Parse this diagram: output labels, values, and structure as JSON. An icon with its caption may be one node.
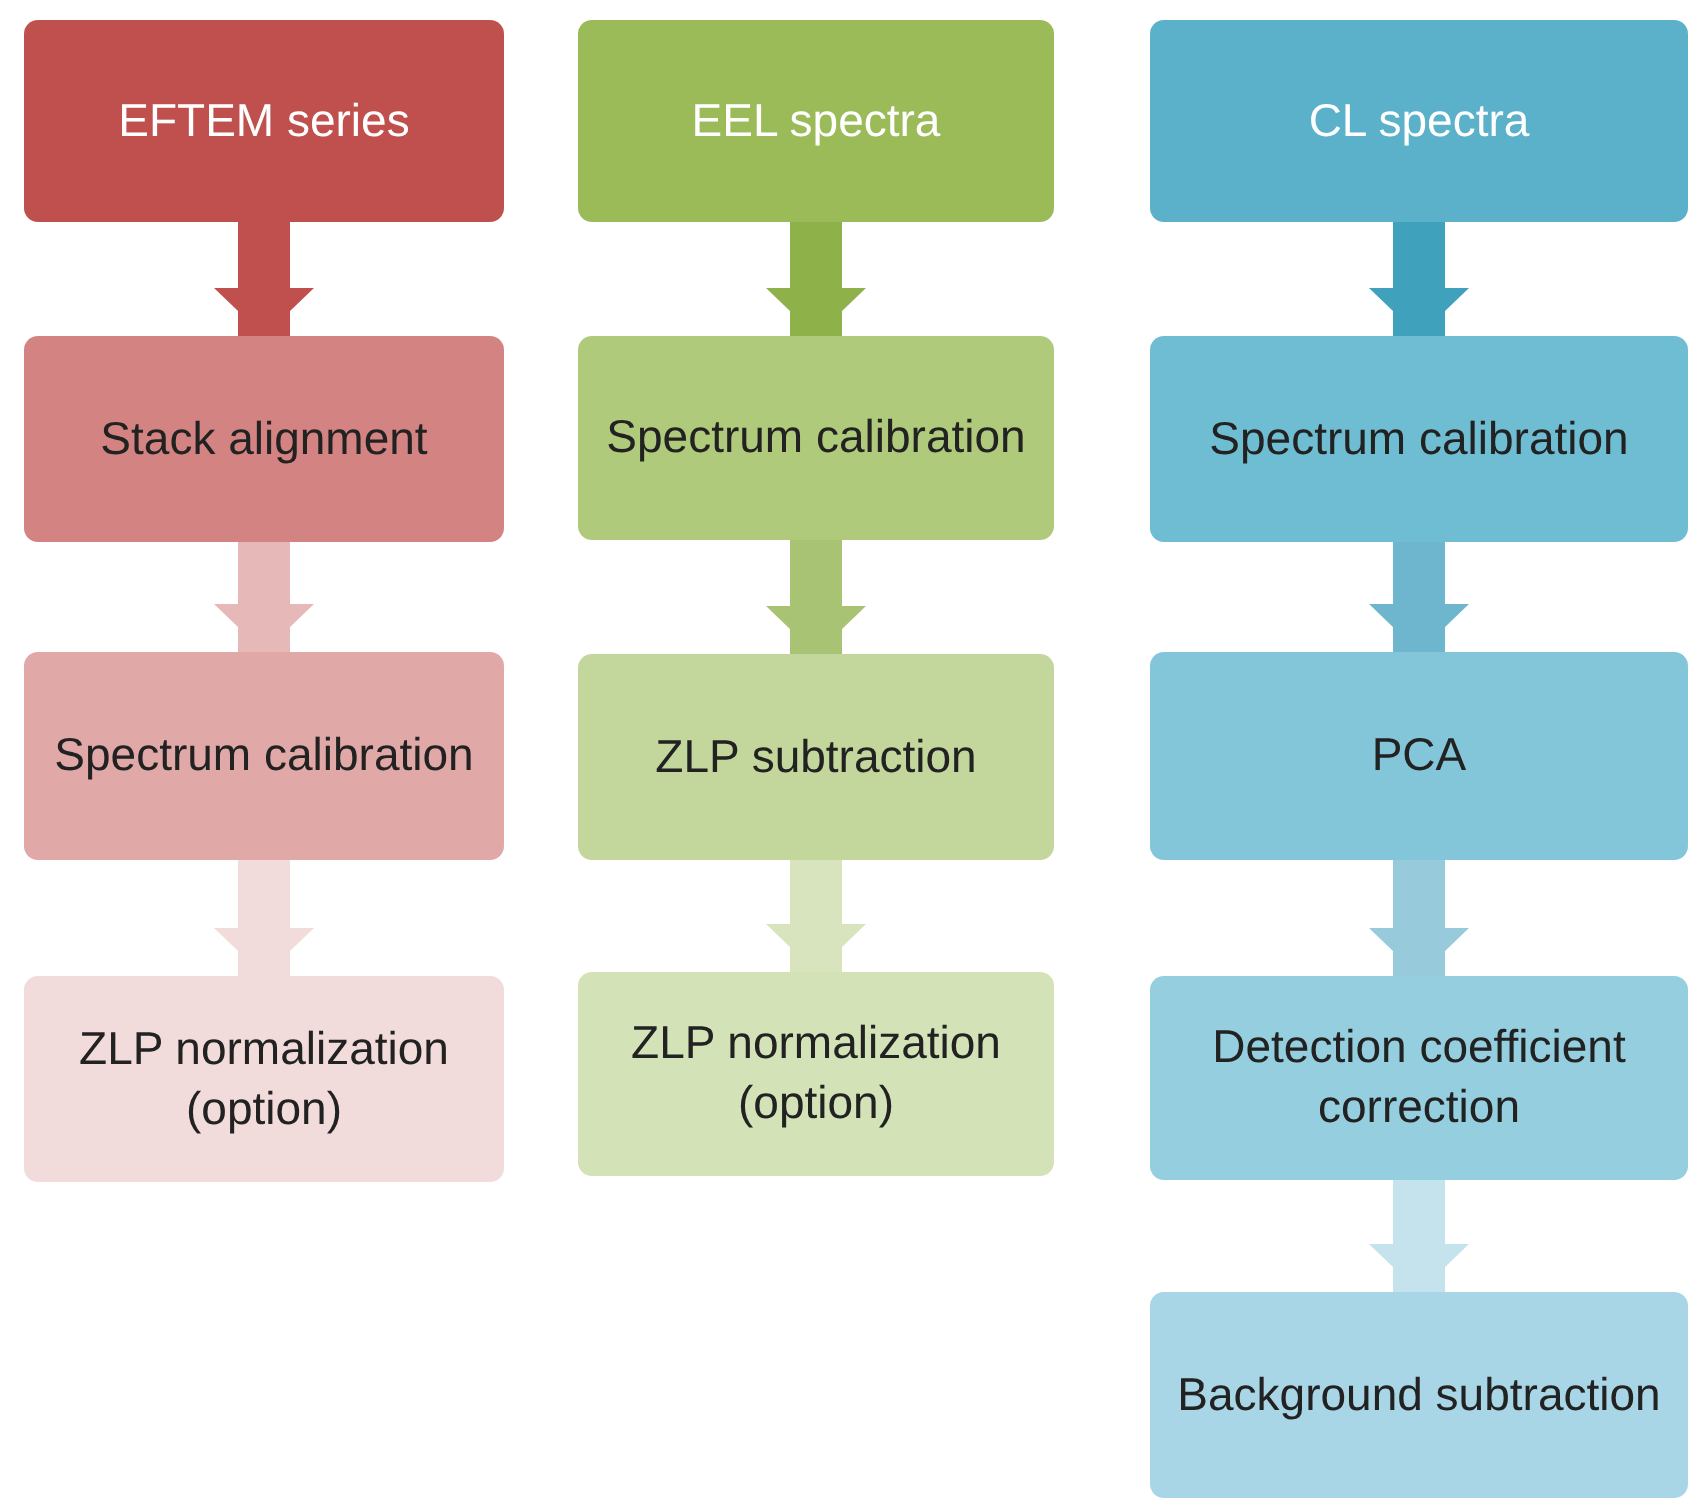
{
  "diagram": {
    "nodes": [
      {
        "text": [
          "EFTEM series"
        ]
      },
      {
        "text": [
          "Stack alignment"
        ]
      },
      {
        "text": [
          "Spectrum calibration"
        ]
      },
      {
        "text": [
          "ZLP normalization (option)"
        ]
      },
      {
        "text": [
          "EEL spectra"
        ]
      },
      {
        "text": [
          "Spectrum calibration"
        ]
      },
      {
        "text": [
          "ZLP subtraction"
        ]
      },
      {
        "text": [
          "ZLP normalization (option)"
        ]
      },
      {
        "text": [
          "CL spectra"
        ]
      },
      {
        "text": [
          "Spectrum calibration"
        ]
      },
      {
        "text": [
          "PCA"
        ]
      },
      {
        "text": [
          "Detection coefficient correction"
        ]
      },
      {
        "text": [
          "Background subtraction"
        ]
      }
    ],
    "edges": [
      {
        "from": 0,
        "to": 1,
        "arrow": "to",
        "color": "#c0504d"
      },
      {
        "from": 1,
        "to": 2,
        "arrow": "to",
        "color": "#e6b9b8"
      },
      {
        "from": 2,
        "to": 3,
        "arrow": "to",
        "color": "#f2dcdb"
      },
      {
        "from": 4,
        "to": 5,
        "arrow": "to",
        "color": "#8eb14a"
      },
      {
        "from": 5,
        "to": 6,
        "arrow": "to",
        "color": "#a8c373"
      },
      {
        "from": 6,
        "to": 7,
        "arrow": "to",
        "color": "#d7e4bd"
      },
      {
        "from": 8,
        "to": 9,
        "arrow": "to",
        "color": "#3fa1bc"
      },
      {
        "from": 9,
        "to": 10,
        "arrow": "to",
        "color": "#6db6cd"
      },
      {
        "from": 10,
        "to": 11,
        "arrow": "to",
        "color": "#97cadb"
      },
      {
        "from": 11,
        "to": 12,
        "arrow": "to",
        "color": "#c5e3ec"
      }
    ]
  }
}
